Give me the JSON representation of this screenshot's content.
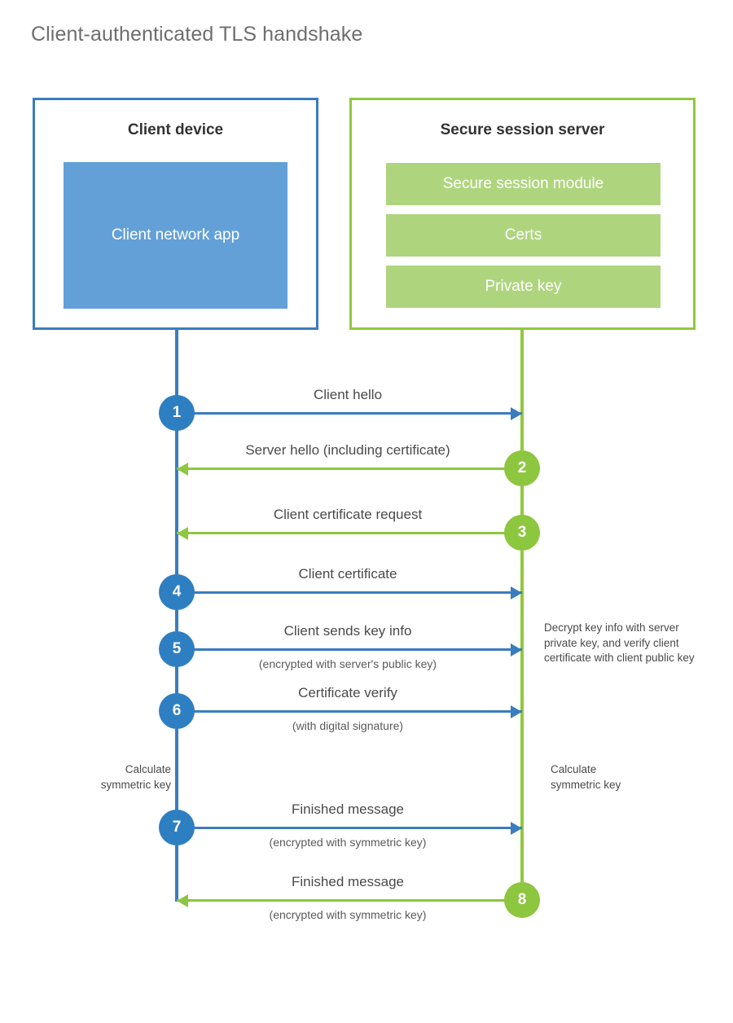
{
  "title": "Client-authenticated TLS handshake",
  "colors": {
    "client_blue": "#3a7cbe",
    "client_fill": "#63a0d8",
    "client_circle": "#2e7fc1",
    "server_green": "#92c83e",
    "server_fill": "#aed57e",
    "server_circle": "#8dc63f",
    "title_gray": "#6e6e6e",
    "text_gray": "#4a4a4a"
  },
  "client": {
    "title": "Client device",
    "app_label": "Client network app"
  },
  "server": {
    "title": "Secure session server",
    "components": [
      "Secure session module",
      "Certs",
      "Private key"
    ]
  },
  "messages": [
    {
      "step": "1",
      "label": "Client hello",
      "sub": "",
      "direction": "right",
      "color": "blue",
      "origin": "client"
    },
    {
      "step": "2",
      "label": "Server hello (including certificate)",
      "sub": "",
      "direction": "left",
      "color": "green",
      "origin": "server"
    },
    {
      "step": "3",
      "label": "Client certificate request",
      "sub": "",
      "direction": "left",
      "color": "green",
      "origin": "server"
    },
    {
      "step": "4",
      "label": "Client certificate",
      "sub": "",
      "direction": "right",
      "color": "blue",
      "origin": "client"
    },
    {
      "step": "5",
      "label": "Client sends key info",
      "sub": "(encrypted with server's public key)",
      "direction": "right",
      "color": "blue",
      "origin": "client"
    },
    {
      "step": "6",
      "label": "Certificate verify",
      "sub": "(with digital signature)",
      "direction": "right",
      "color": "blue",
      "origin": "client"
    },
    {
      "step": "7",
      "label": "Finished message",
      "sub": "(encrypted with symmetric key)",
      "direction": "right",
      "color": "blue",
      "origin": "client"
    },
    {
      "step": "8",
      "label": "Finished message",
      "sub": "(encrypted with symmetric key)",
      "direction": "left",
      "color": "green",
      "origin": "server"
    }
  ],
  "annotations": {
    "client_calculate": "Calculate\nsymmetric key",
    "server_decrypt": "Decrypt key info with server private key, and verify client certificate with client public key",
    "server_calculate": "Calculate\nsymmetric key"
  }
}
